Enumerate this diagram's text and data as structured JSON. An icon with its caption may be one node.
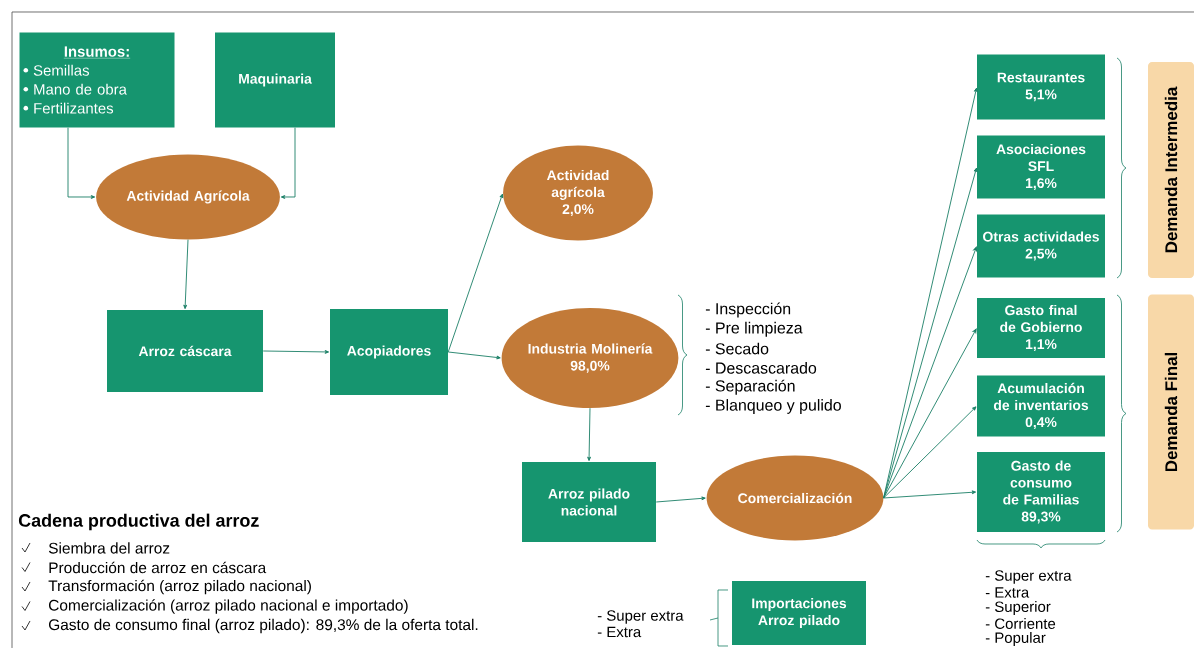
{
  "diagram": {
    "nodes": [
      {
        "text": [
          "Insumos:",
          "Semillas",
          "Mano de obra",
          "Fertilizantes"
        ]
      },
      {
        "text": [
          "Maquinaria"
        ]
      },
      {
        "text": [
          "Actividad Agrícola"
        ]
      },
      {
        "text": [
          "Arroz cáscara"
        ]
      },
      {
        "text": [
          "Acopiadores"
        ]
      },
      {
        "text": [
          "Actividad agrícola",
          "2,0%"
        ]
      },
      {
        "text": [
          "Industria Molinería",
          "98,0%"
        ],
        "beside": [
          "- Inspección",
          "- Pre limpieza",
          "- Secado",
          "- Descascarado",
          "- Separación",
          "- Blanqueo y pulido"
        ]
      },
      {
        "text": [
          "Arroz pilado nacional"
        ]
      },
      {
        "text": [
          "Comercialización"
        ]
      },
      {
        "text": [
          "Restaurantes",
          "5,1%"
        ]
      },
      {
        "text": [
          "Asociaciones SFL",
          "1,6%"
        ]
      },
      {
        "text": [
          "Otras actividades",
          "2,5%"
        ]
      },
      {
        "text": [
          "Gasto final de Gobierno",
          "1,1%"
        ]
      },
      {
        "text": [
          "Acumulación de inventarios",
          "0,4%"
        ]
      },
      {
        "text": [
          "Gasto de consumo de Familias",
          "89,3%"
        ],
        "beside": [
          "- Super extra",
          "- Extra",
          "- Superior",
          "- Corriente",
          "- Popular"
        ]
      },
      {
        "text": [
          "Importaciones Arroz pilado"
        ],
        "beside": [
          "- Super extra",
          "- Extra"
        ]
      },
      {
        "text": [
          "Demanda Intermedia"
        ]
      },
      {
        "text": [
          "Demanda Final"
        ]
      }
    ],
    "edges": [
      {
        "from": 0,
        "to": 2,
        "arrow": "to"
      },
      {
        "from": 1,
        "to": 2,
        "arrow": "to"
      },
      {
        "from": 2,
        "to": 3,
        "arrow": "to"
      },
      {
        "from": 3,
        "to": 4,
        "arrow": "to"
      },
      {
        "from": 4,
        "to": 5,
        "arrow": "to"
      },
      {
        "from": 4,
        "to": 6,
        "arrow": "to"
      },
      {
        "from": 6,
        "to": 7,
        "arrow": "to"
      },
      {
        "from": 7,
        "to": 8,
        "arrow": "to"
      },
      {
        "from": 8,
        "to": 9,
        "arrow": "to"
      },
      {
        "from": 8,
        "to": 10,
        "arrow": "to"
      },
      {
        "from": 8,
        "to": 11,
        "arrow": "to"
      },
      {
        "from": 8,
        "to": 12,
        "arrow": "to"
      },
      {
        "from": 8,
        "to": 13,
        "arrow": "to"
      },
      {
        "from": 8,
        "to": 14,
        "arrow": "to"
      }
    ],
    "labels": [
      "Cadena productiva del arroz",
      "Siembra del arroz",
      "Producción de arroz en cáscara",
      "Transformación (arroz pilado nacional)",
      "Comercialización (arroz pilado nacional e importado)",
      "Gasto de consumo final (arroz pilado): 89,3% de la oferta total."
    ]
  }
}
